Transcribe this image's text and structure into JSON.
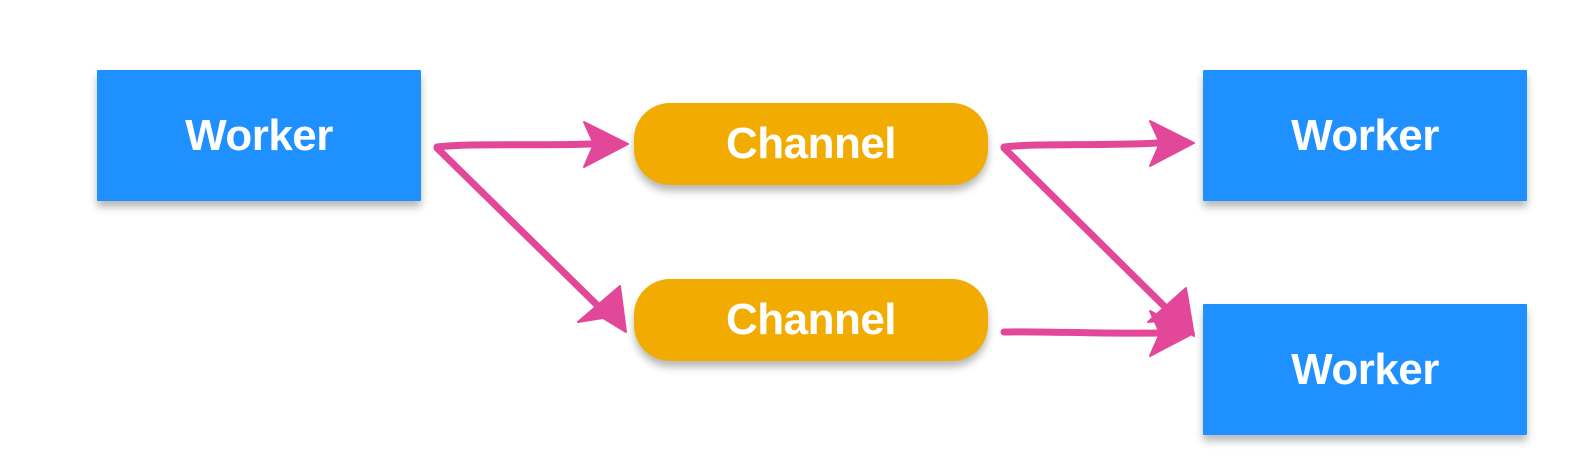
{
  "diagram": {
    "nodes": [
      {
        "id": "w1",
        "kind": "worker",
        "label": "Worker"
      },
      {
        "id": "c1",
        "kind": "channel",
        "label": "Channel"
      },
      {
        "id": "c2",
        "kind": "channel",
        "label": "Channel"
      },
      {
        "id": "w2",
        "kind": "worker",
        "label": "Worker"
      },
      {
        "id": "w3",
        "kind": "worker",
        "label": "Worker"
      }
    ],
    "edges": [
      {
        "from": "w1",
        "to": "c1"
      },
      {
        "from": "w1",
        "to": "c2"
      },
      {
        "from": "c1",
        "to": "w2"
      },
      {
        "from": "c1",
        "to": "w3"
      },
      {
        "from": "c2",
        "to": "w3"
      }
    ],
    "colors": {
      "worker": "#1e90ff",
      "channel": "#f2ab00",
      "arrow": "#e2479a",
      "text": "#ffffff"
    }
  }
}
